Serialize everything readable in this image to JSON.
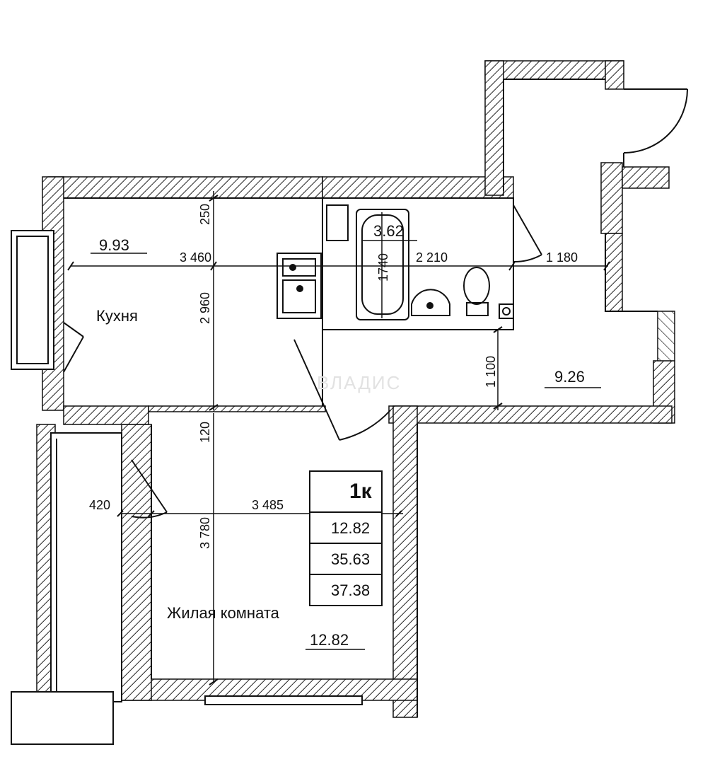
{
  "rooms": {
    "kitchen": {
      "name": "Кухня",
      "area": "9.93"
    },
    "bathroom": {
      "area": "3.62"
    },
    "hallway": {
      "area": "9.26"
    },
    "living": {
      "name": "Жилая комната",
      "area": "12.82"
    }
  },
  "dimensions": {
    "kitchen_width": "3 460",
    "kitchen_top_offset": "250",
    "kitchen_depth": "2 960",
    "bath_inner": "1740",
    "bath_width": "2 210",
    "hall_width": "1 180",
    "hall_depth": "1 100",
    "partition": "120",
    "balcony_depth": "420",
    "living_width": "3 485",
    "living_depth": "3 780"
  },
  "summary_table": {
    "type": "1к",
    "living_area": "12.82",
    "total_area": "35.63",
    "total_area_with_balcony": "37.38"
  },
  "watermark": "ВЛАДИС"
}
